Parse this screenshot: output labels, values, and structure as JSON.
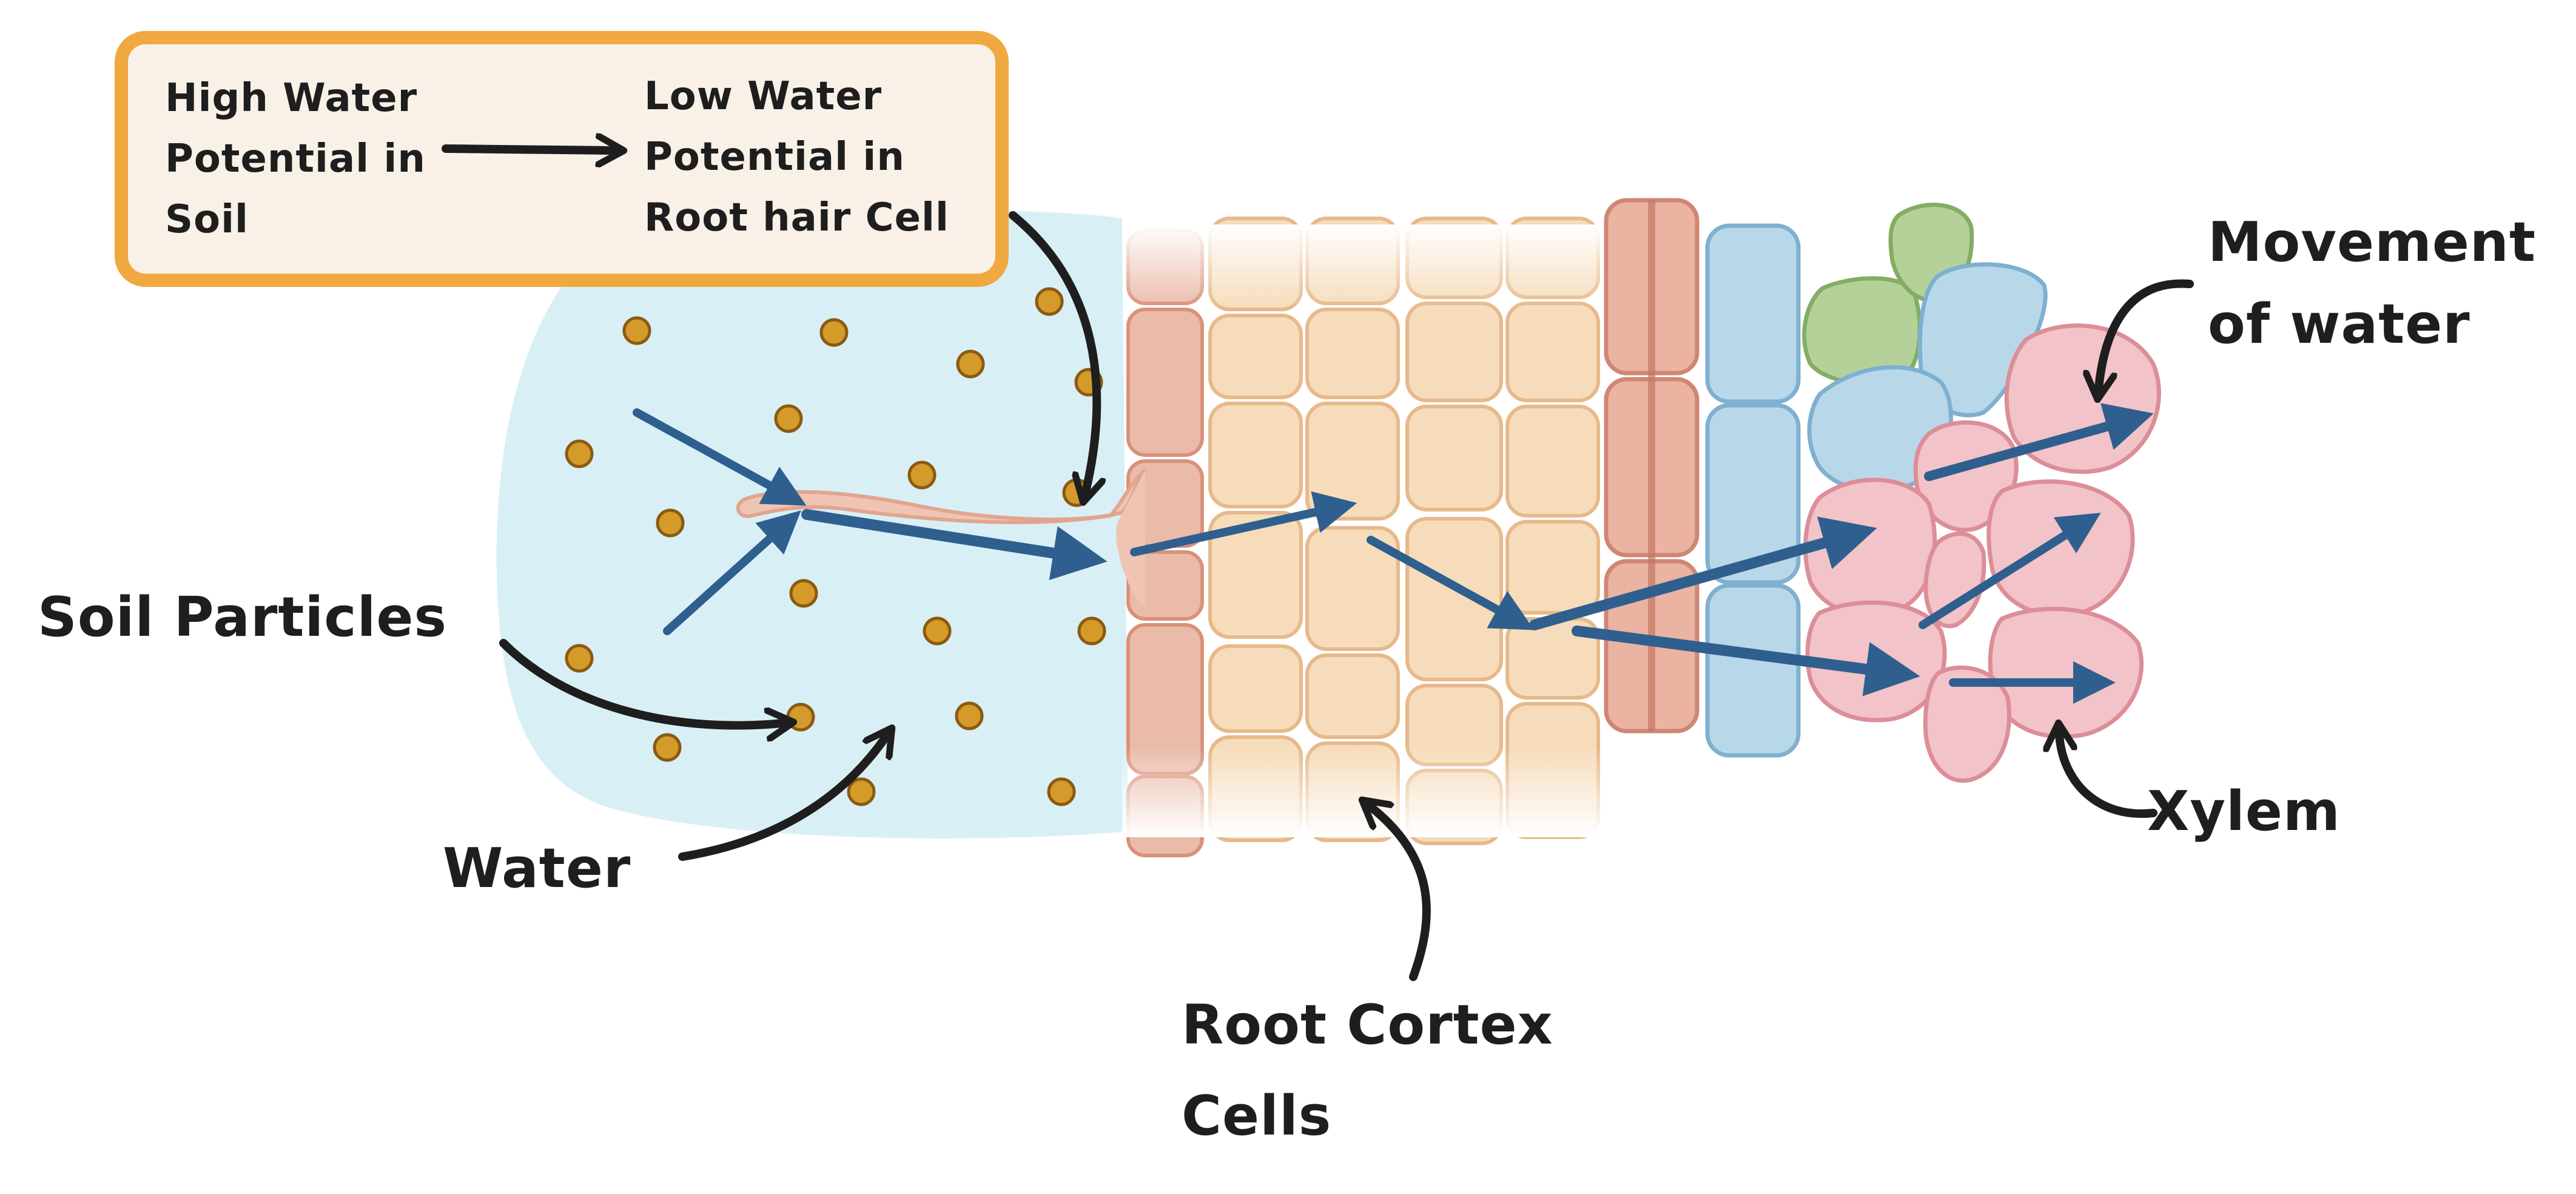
{
  "legend_box": {
    "left_lines": [
      "High Water",
      "Potential in",
      "Soil"
    ],
    "right_lines": [
      "Low Water",
      "Potential in",
      "Root hair Cell"
    ]
  },
  "labels": {
    "soil_particles": "Soil Particles",
    "water": "Water",
    "root_cortex": [
      "Root Cortex",
      "Cells"
    ],
    "movement": [
      "Movement",
      "of water"
    ],
    "xylem": "Xylem"
  },
  "colors": {
    "water": "#d9eff6",
    "particle": "#d49a2a",
    "cortex": "#f6dcbb",
    "epidermis": "#ebbbaa",
    "endodermis": "#eab3a2",
    "pericycle": "#b8d8ea",
    "phloem": "#b5d19a",
    "xylem": "#f2c3c8",
    "arrow": "#2f5f8e",
    "legend_border": "#f0a840",
    "legend_fill": "#f9f1e7"
  }
}
